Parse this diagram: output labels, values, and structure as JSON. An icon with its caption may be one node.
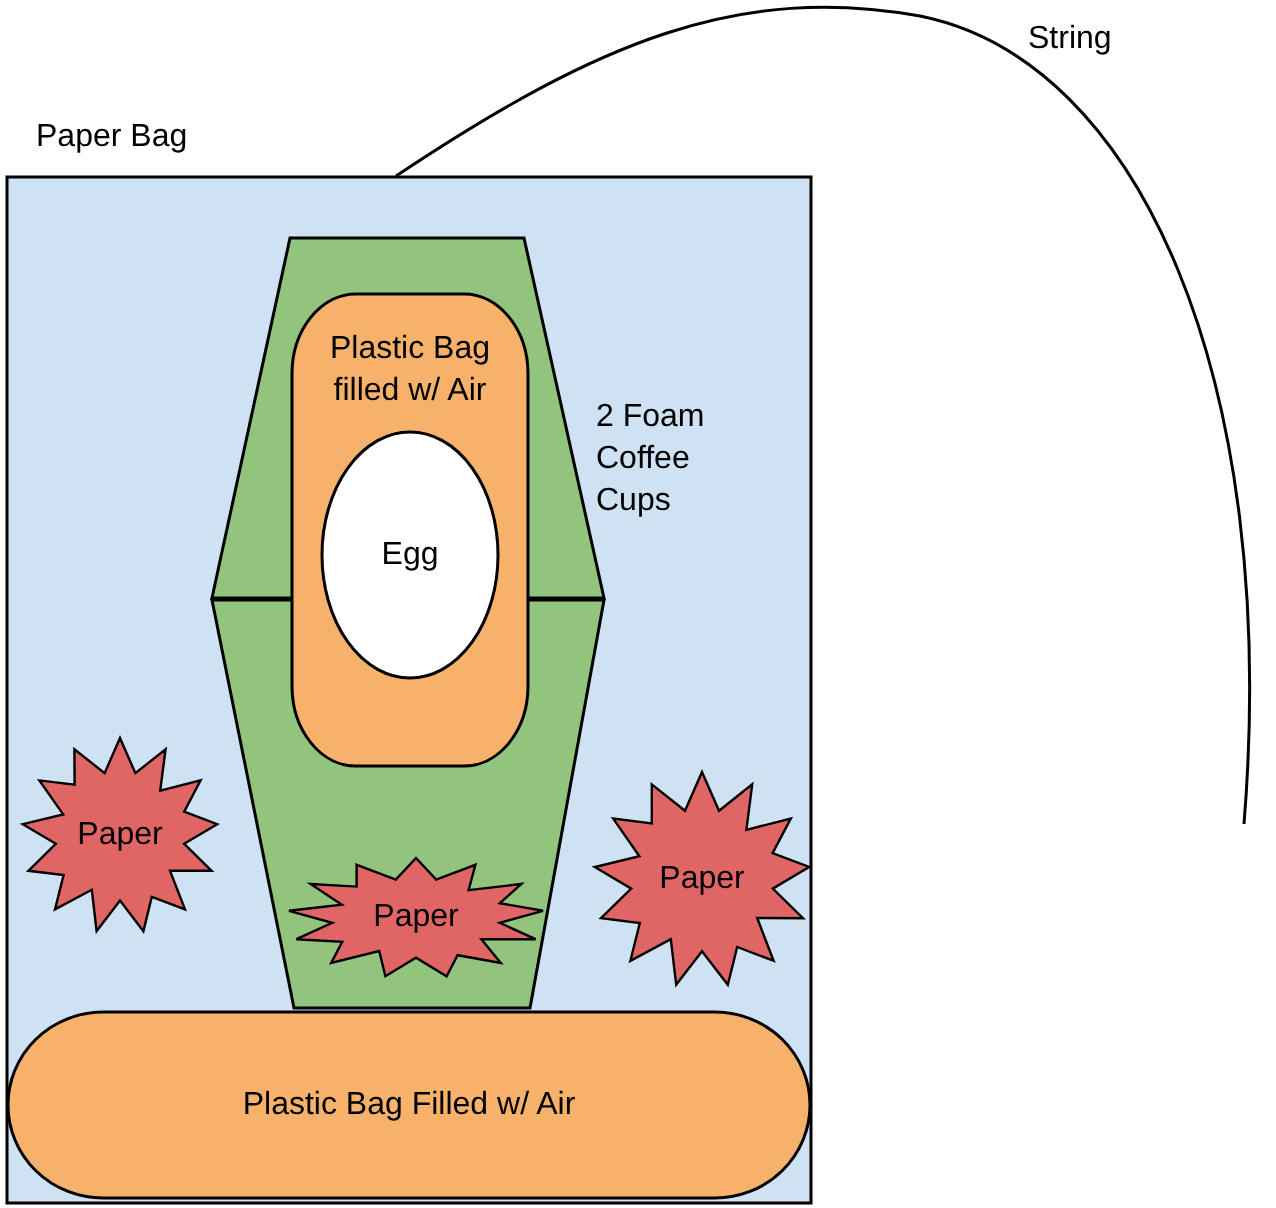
{
  "diagram": {
    "nodes": [
      {
        "text": [
          "Paper Bag"
        ]
      },
      {
        "text": [],
        "shape": "trapezoid",
        "beside": [
          "2 Foam Coffee Cups"
        ],
        "in": 0
      },
      {
        "text": [],
        "shape": "trapezoid",
        "in": 0
      },
      {
        "text": [
          "Plastic Bag filled w/ Air"
        ],
        "in": 0
      },
      {
        "text": [
          "Egg"
        ],
        "in": 3
      },
      {
        "text": [
          "Paper"
        ],
        "in": 0
      },
      {
        "text": [
          "Paper"
        ],
        "in": 2
      },
      {
        "text": [
          "Paper"
        ],
        "in": 0
      },
      {
        "text": [
          "Plastic Bag Filled w/ Air"
        ],
        "in": 0
      }
    ],
    "edges": [],
    "labels": [
      "String"
    ]
  }
}
